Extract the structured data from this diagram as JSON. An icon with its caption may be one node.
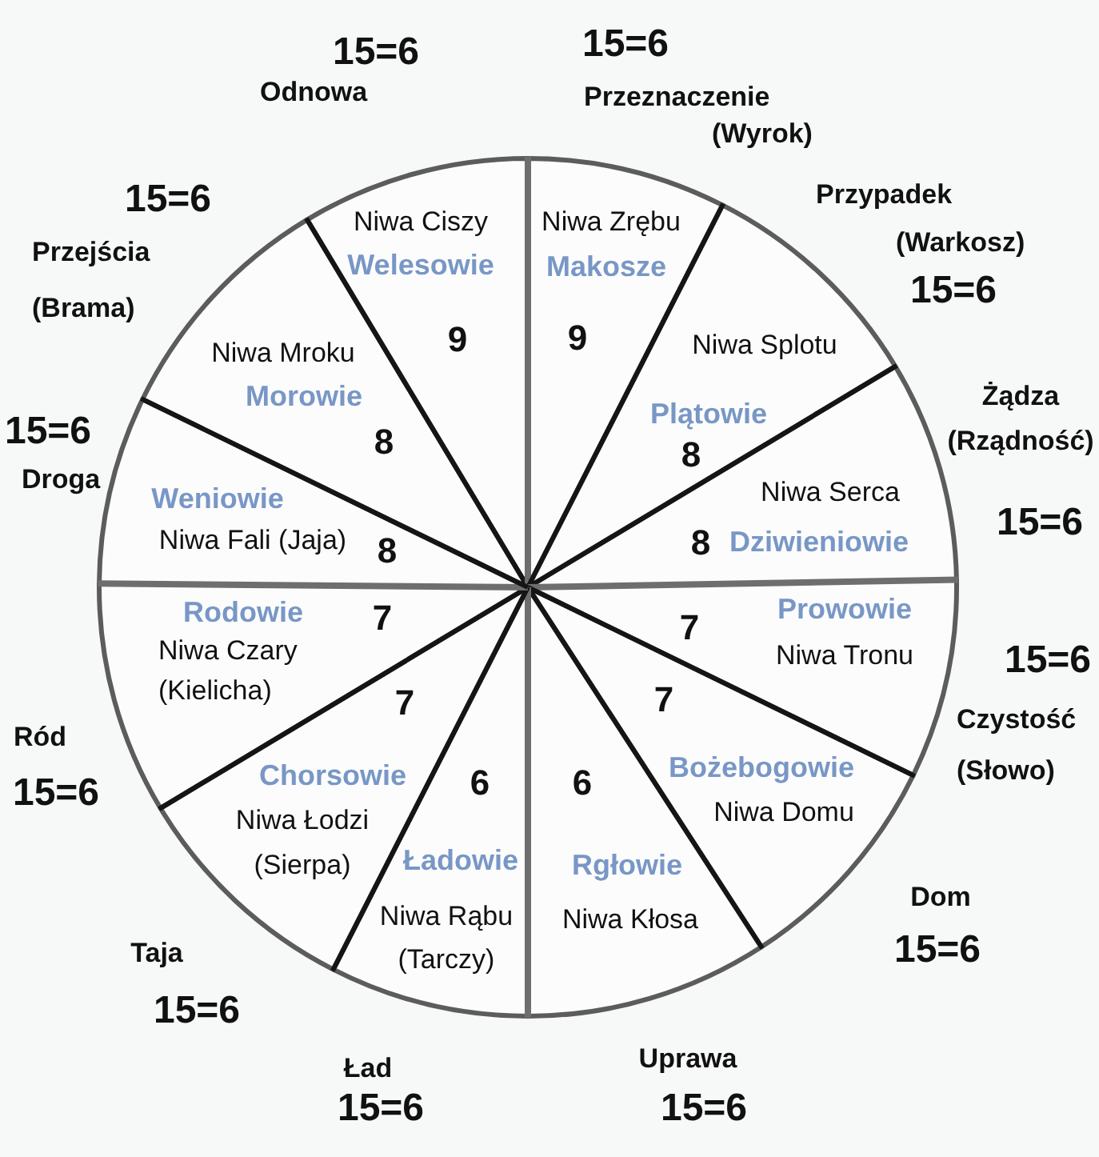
{
  "diagram": {
    "nodes": [
      {
        "text": [
          "Niwa Ciszy",
          "Welesowie",
          "9"
        ],
        "beside": [
          "15=6",
          "Odnowa"
        ]
      },
      {
        "text": [
          "Niwa Zrębu",
          "Makosze",
          "9"
        ],
        "beside": [
          "15=6",
          "Przeznaczenie (Wyrok)"
        ]
      },
      {
        "text": [
          "Niwa Splotu",
          "Plątowie",
          "8"
        ],
        "beside": [
          "Przypadek (Warkosz)",
          "15=6"
        ]
      },
      {
        "text": [
          "Niwa Serca",
          "8",
          "Dziwieniowie"
        ],
        "beside": [
          "Żądza (Rządność)",
          "15=6"
        ]
      },
      {
        "text": [
          "Prowowie",
          "7",
          "Niwa Tronu"
        ],
        "beside": [
          "15=6",
          "Czystość (Słowo)"
        ]
      },
      {
        "text": [
          "7",
          "Bożebogowie",
          "Niwa Domu"
        ],
        "beside": [
          "Dom",
          "15=6"
        ]
      },
      {
        "text": [
          "6",
          "Rgłowie",
          "Niwa Kłosa"
        ],
        "beside": [
          "Uprawa",
          "15=6"
        ]
      },
      {
        "text": [
          "6",
          "Ładowie",
          "Niwa Rąbu (Tarczy)"
        ],
        "beside": [
          "Ład",
          "15=6"
        ]
      },
      {
        "text": [
          "7",
          "Chorsowie",
          "Niwa Łodzi (Sierpa)"
        ],
        "beside": [
          "Taja",
          "15=6"
        ]
      },
      {
        "text": [
          "Rodowie",
          "7",
          "Niwa Czary (Kielicha)"
        ],
        "beside": [
          "Ród",
          "15=6"
        ]
      },
      {
        "text": [
          "Weniowie",
          "Niwa Fali (Jaja)",
          "8"
        ],
        "beside": [
          "15=6",
          "Droga"
        ]
      },
      {
        "text": [
          "Niwa Mroku",
          "Morowie",
          "8"
        ],
        "beside": [
          "15=6",
          "Przejścia (Brama)"
        ]
      }
    ]
  }
}
